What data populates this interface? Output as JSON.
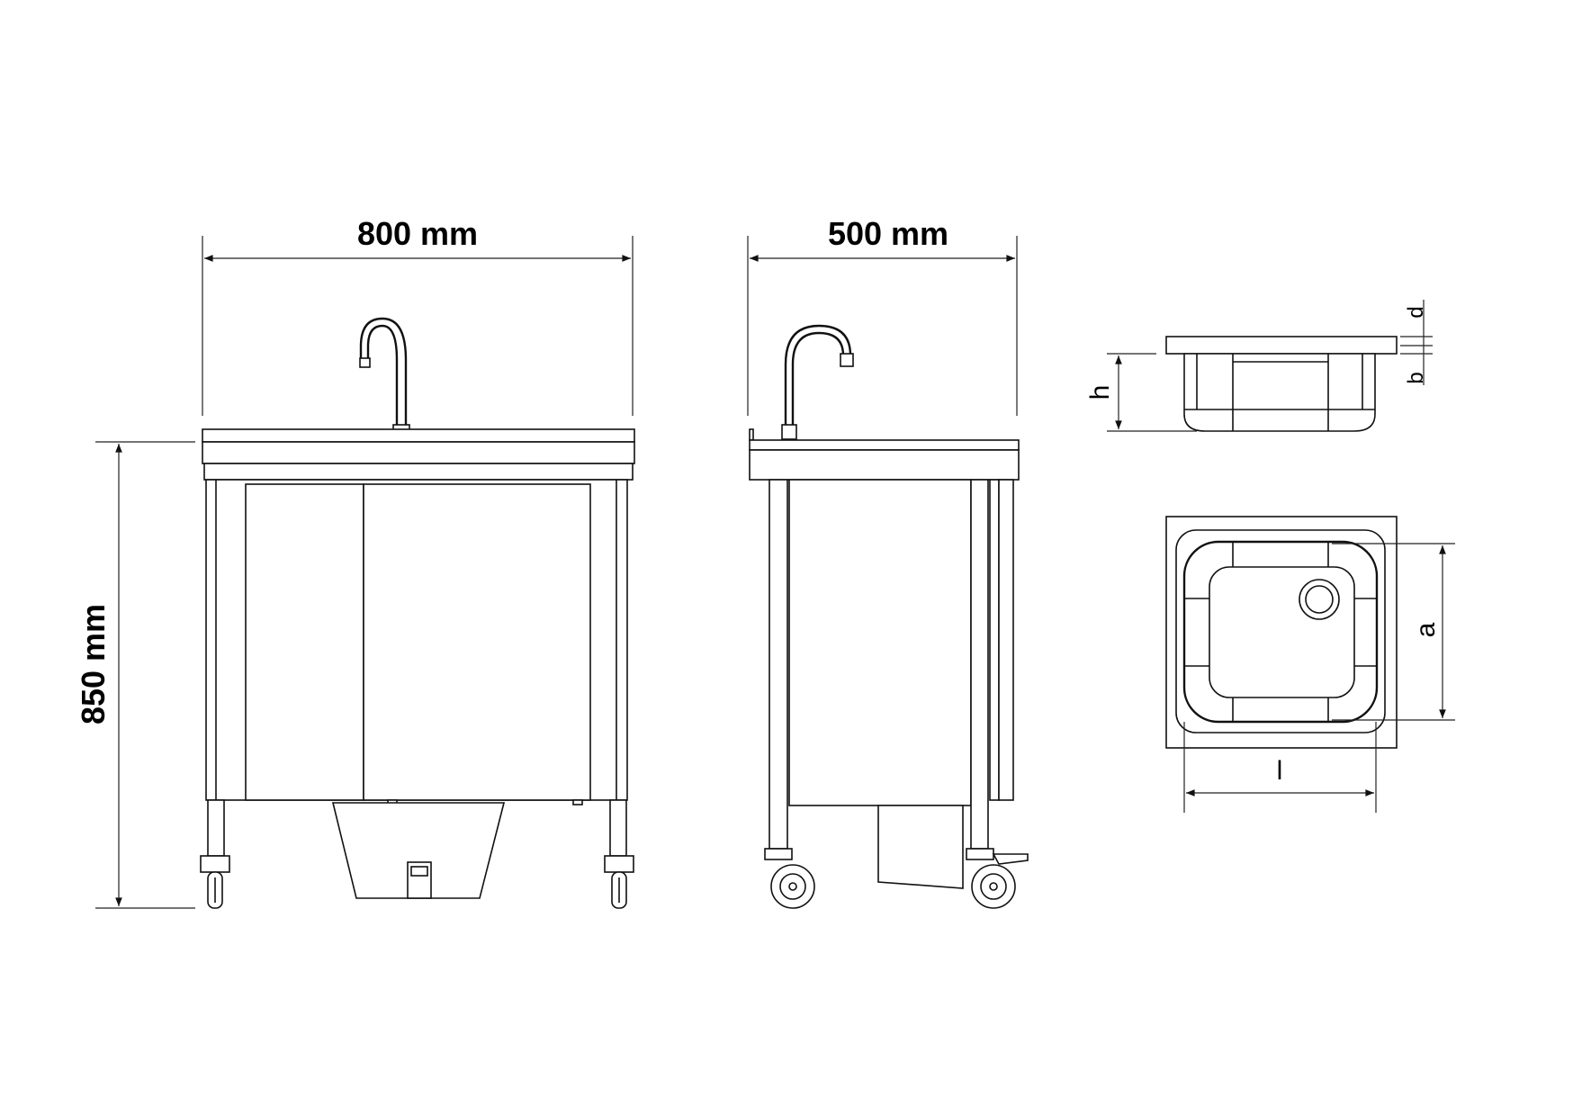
{
  "front_view": {
    "width_label": "800 mm",
    "height_label": "850 mm"
  },
  "side_view": {
    "depth_label": "500 mm"
  },
  "sink_side_view": {
    "height_symbol": "h",
    "rim_symbol": "d",
    "flange_symbol": "b"
  },
  "sink_top_view": {
    "width_symbol": "a",
    "length_symbol": "l"
  }
}
